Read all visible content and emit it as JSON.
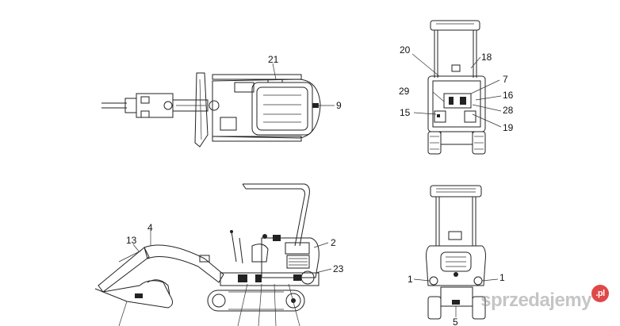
{
  "callouts": {
    "c21": "21",
    "c9": "9",
    "c20": "20",
    "c18": "18",
    "c7": "7",
    "c29": "29",
    "c16": "16",
    "c15": "15",
    "c28": "28",
    "c19": "19",
    "c13": "13",
    "c4": "4",
    "c2": "2",
    "c23": "23",
    "c1a": "1",
    "c1b": "1",
    "c5": "5"
  },
  "watermark": {
    "text": "sprzedajemy",
    "badge": ".pl"
  }
}
